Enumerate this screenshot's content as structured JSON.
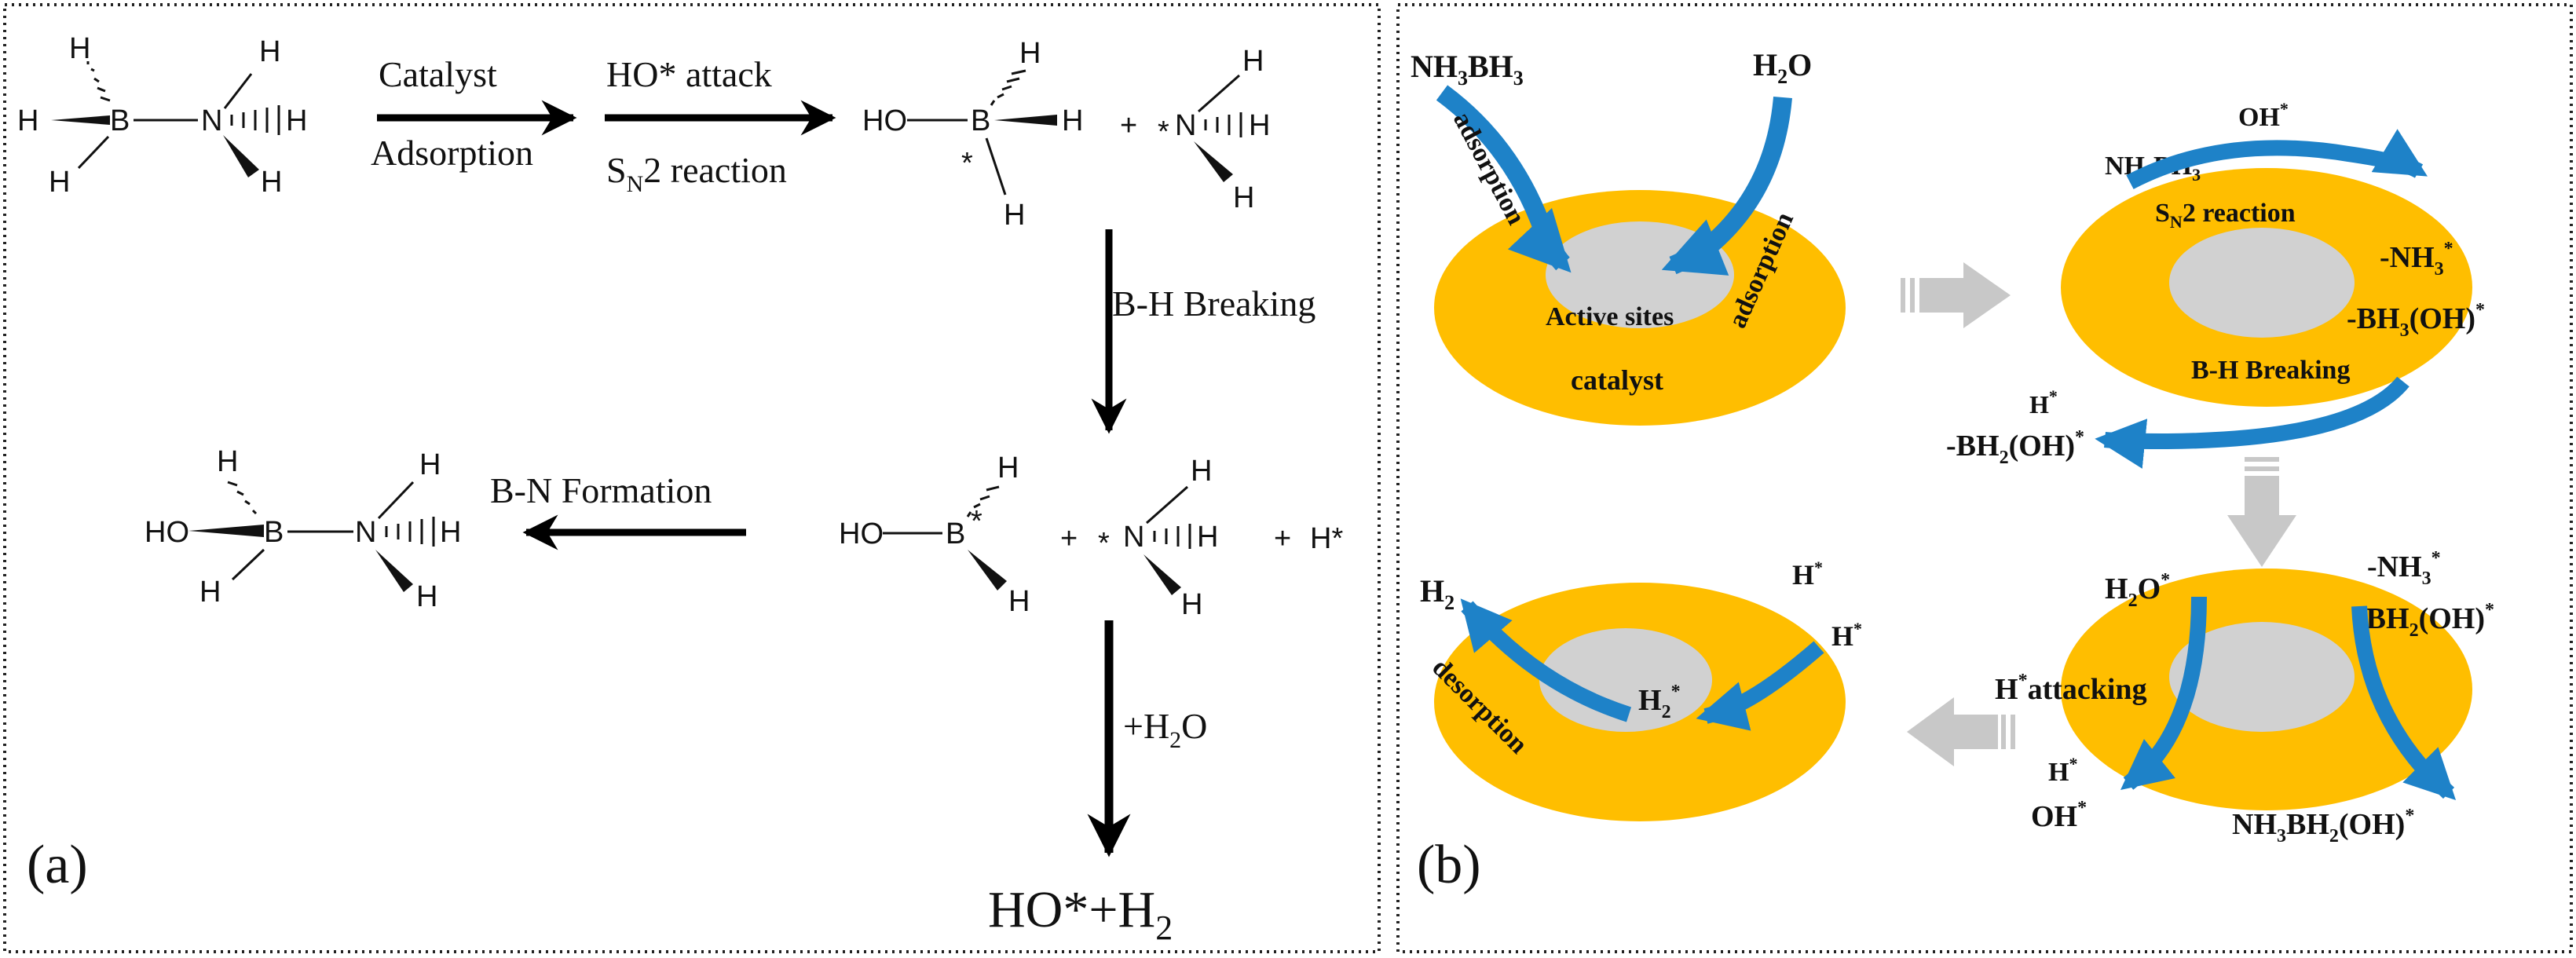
{
  "panel_a": {
    "label": "(a)",
    "step1_top": "Catalyst",
    "step1_bottom": "Adsorption",
    "step2_top": "HO* attack",
    "step2_bottom_s": "S",
    "step2_bottom_sub": "N",
    "step2_bottom_rest": "2 reaction",
    "step3": "B-H Breaking",
    "step4": "B-N Formation",
    "step5_pre": "+H",
    "step5_sub": "2",
    "step5_post": "O",
    "product_pre": "HO*+H",
    "product_sub": "2",
    "atoms": {
      "H": "H",
      "B": "B",
      "N": "N",
      "HO": "HO",
      "star": "*",
      "plus": "+",
      "Hstar": "H*"
    }
  },
  "panel_b": {
    "label": "(b)",
    "nh3bh3_1": "NH",
    "nh3bh3_sub1": "3",
    "nh3bh3_2": "BH",
    "nh3bh3_sub2": "3",
    "h2o_pre": "H",
    "h2o_sub": "2",
    "h2o_post": "O",
    "adsorption": "adsorption",
    "active_sites": "Active sites",
    "catalyst": "catalyst",
    "oh_star": "OH",
    "star": "*",
    "nh3bh3_star": "NH",
    "sn2_s": "S",
    "sn2_sub": "N",
    "sn2_rest": "2 reaction",
    "nh3_star": "-NH",
    "bh3oh_pre": "-BH",
    "bh3oh_post": "(OH)",
    "bh_breaking": "B-H Breaking",
    "h_star": "H",
    "bh2oh_pre": "-BH",
    "bh2oh_post": "(OH)",
    "h2": "H",
    "h2_sub": "2",
    "desorption": "desorption",
    "h2o_star": "H",
    "h_attacking": "attacking",
    "nh3bh2oh_1": "NH",
    "nh3bh2oh_2": "BH",
    "nh3bh2oh_3": "(OH)"
  },
  "colors": {
    "catalyst": "#FFBE00",
    "site": "#D1D1D1",
    "flow_arrow": "#1E82C8",
    "step_arrow": "#C8C8C8"
  }
}
